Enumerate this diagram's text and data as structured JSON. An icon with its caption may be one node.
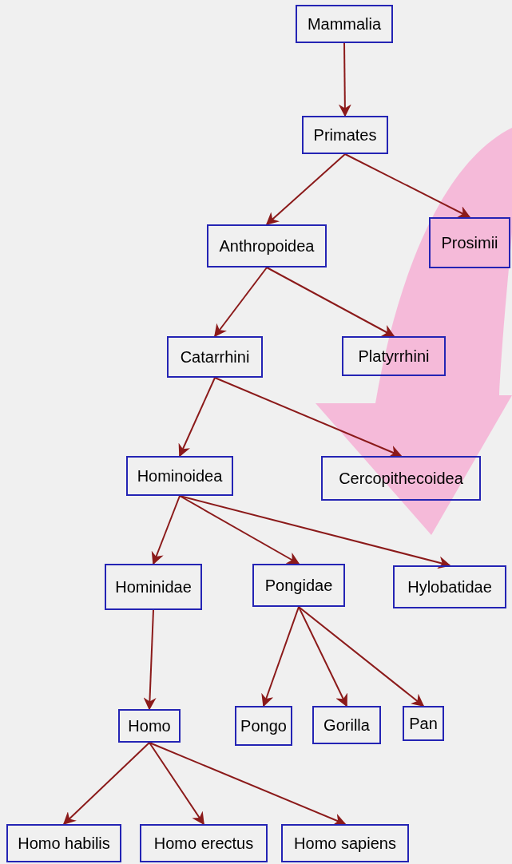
{
  "diagram": {
    "nodes": [
      {
        "text": [
          "Mammalia"
        ]
      },
      {
        "text": [
          "Primates"
        ]
      },
      {
        "text": [
          "Anthropoidea"
        ]
      },
      {
        "text": [
          "Prosimii"
        ]
      },
      {
        "text": [
          "Catarrhini"
        ]
      },
      {
        "text": [
          "Platyrrhini"
        ]
      },
      {
        "text": [
          "Hominoidea"
        ]
      },
      {
        "text": [
          "Cercopithecoidea"
        ]
      },
      {
        "text": [
          "Hominidae"
        ]
      },
      {
        "text": [
          "Pongidae"
        ]
      },
      {
        "text": [
          "Hylobatidae"
        ]
      },
      {
        "text": [
          "Homo"
        ]
      },
      {
        "text": [
          "Pongo"
        ]
      },
      {
        "text": [
          "Gorilla"
        ]
      },
      {
        "text": [
          "Pan"
        ]
      },
      {
        "text": [
          "Homo habilis"
        ]
      },
      {
        "text": [
          "Homo erectus"
        ]
      },
      {
        "text": [
          "Homo sapiens"
        ]
      }
    ],
    "edges": [
      {
        "from": 0,
        "to": 1,
        "arrow": "to"
      },
      {
        "from": 1,
        "to": 2,
        "arrow": "to"
      },
      {
        "from": 1,
        "to": 3,
        "arrow": "to"
      },
      {
        "from": 2,
        "to": 4,
        "arrow": "to"
      },
      {
        "from": 2,
        "to": 5,
        "arrow": "to"
      },
      {
        "from": 4,
        "to": 6,
        "arrow": "to"
      },
      {
        "from": 4,
        "to": 7,
        "arrow": "to"
      },
      {
        "from": 6,
        "to": 8,
        "arrow": "to"
      },
      {
        "from": 6,
        "to": 9,
        "arrow": "to"
      },
      {
        "from": 6,
        "to": 10,
        "arrow": "to"
      },
      {
        "from": 8,
        "to": 11,
        "arrow": "to"
      },
      {
        "from": 9,
        "to": 12,
        "arrow": "to"
      },
      {
        "from": 9,
        "to": 13,
        "arrow": "to"
      },
      {
        "from": 9,
        "to": 14,
        "arrow": "to"
      },
      {
        "from": 11,
        "to": 15,
        "arrow": "to"
      },
      {
        "from": 11,
        "to": 16,
        "arrow": "to"
      },
      {
        "from": 11,
        "to": 17,
        "arrow": "to"
      }
    ]
  }
}
